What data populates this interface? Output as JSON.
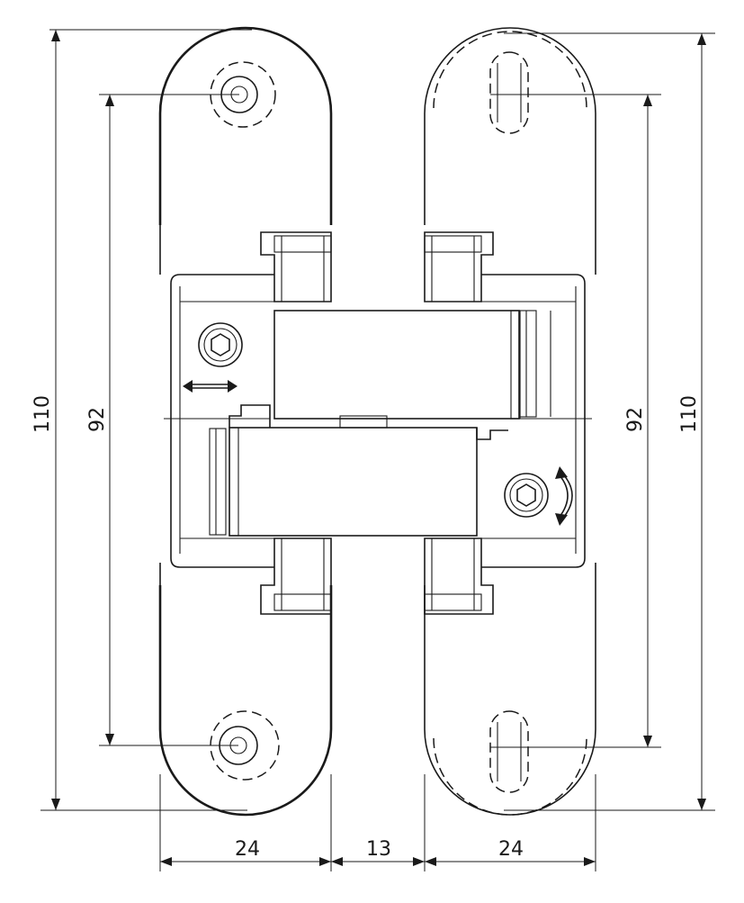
{
  "dimensions": {
    "left_total_height": "110",
    "left_hole_spacing": "92",
    "right_hole_spacing": "92",
    "right_total_height": "110",
    "left_plate_width": "24",
    "gap_width": "13",
    "right_plate_width": "24"
  },
  "colors": {
    "line": "#1a1a1a",
    "background": "#ffffff"
  }
}
